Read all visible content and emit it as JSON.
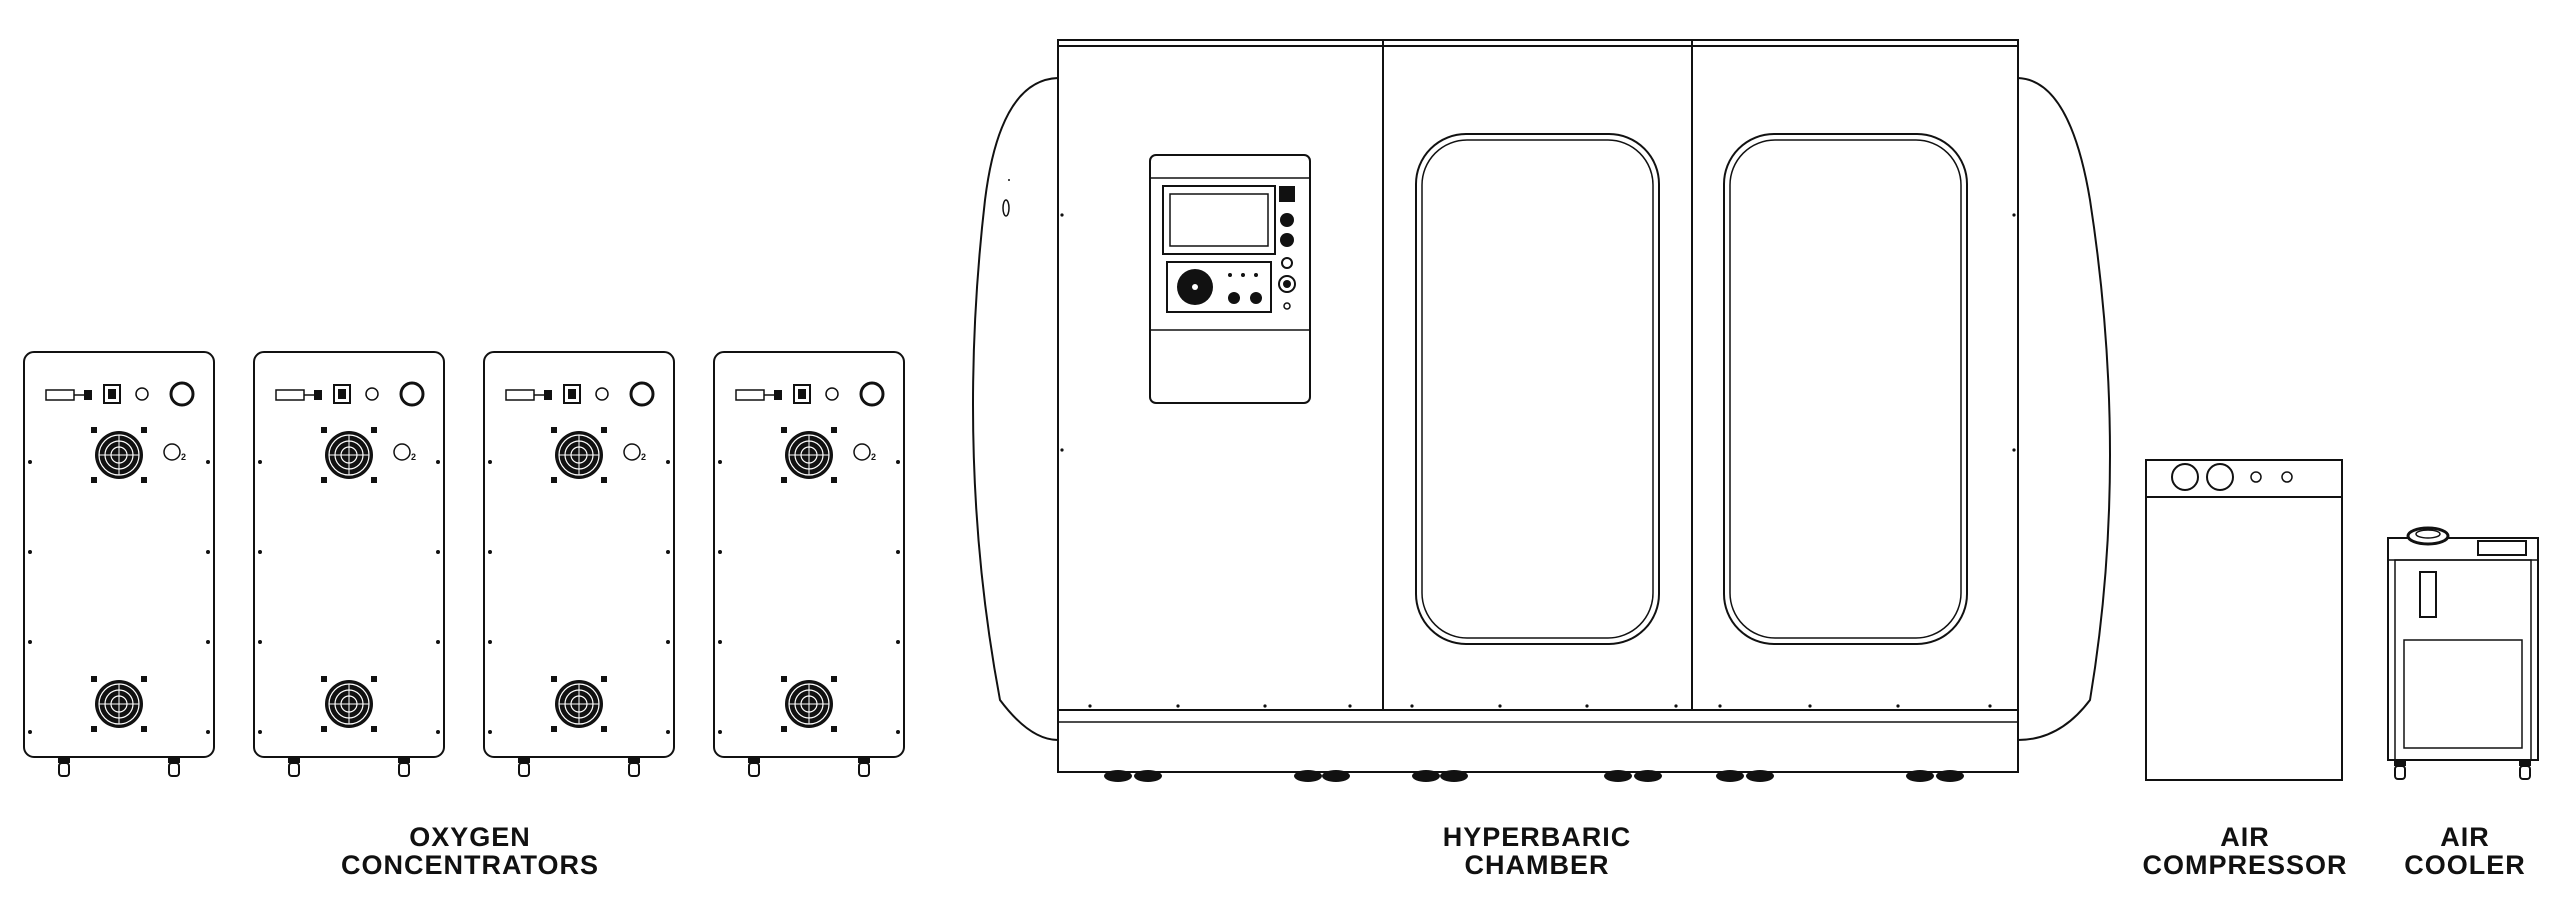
{
  "labels": {
    "oxygen": [
      "OXYGEN",
      "CONCENTRATORS"
    ],
    "chamber": [
      "HYPERBARIC",
      "CHAMBER"
    ],
    "compressor": [
      "AIR",
      "COMPRESSOR"
    ],
    "cooler": [
      "AIR",
      "COOLER"
    ]
  },
  "icons": {
    "o2_mark": "O2"
  }
}
